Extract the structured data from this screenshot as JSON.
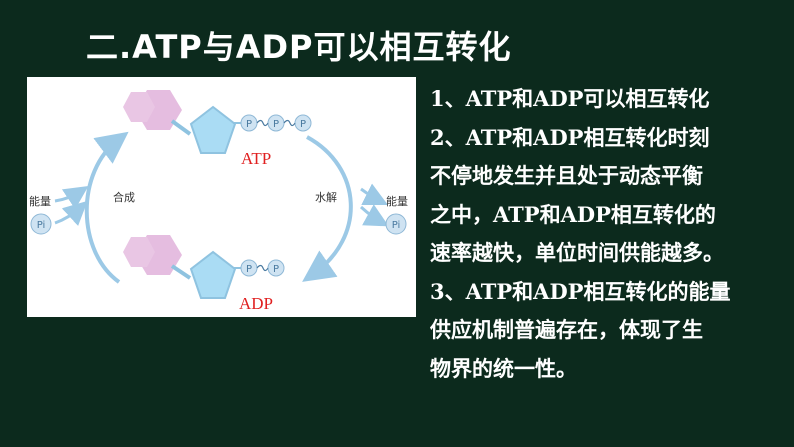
{
  "slide": {
    "title": "二.ATP与ADP可以相互转化"
  },
  "figure": {
    "atp_label": "ATP",
    "adp_label": "ADP",
    "p_label": "P",
    "synthesis_label": "合成",
    "hydrolysis_label": "水解",
    "energy_left": "能量",
    "pi_left": "Pi",
    "energy_right": "能量",
    "pi_right": "Pi",
    "colors": {
      "ribose": "#aadcf4",
      "base": "#e5bde0",
      "phosphate": "#cfe3f2",
      "red_label": "#e02020",
      "arrow": "#9cc9e6"
    }
  },
  "points": [
    "1、ATP和ADP可以相互转化",
    "2、ATP和ADP相互转化时刻",
    "不停地发生并且处于动态平衡",
    "之中，ATP和ADP相互转化的",
    "速率越快，单位时间供能越多。",
    "3、ATP和ADP相互转化的能量",
    "供应机制普遍存在，体现了生",
    "物界的统一性。"
  ]
}
